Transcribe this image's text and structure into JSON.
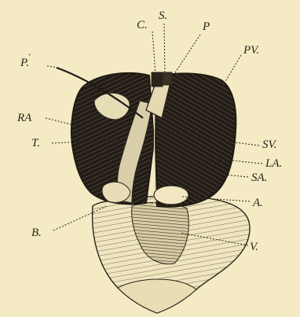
{
  "labels": {
    "c": "C.",
    "s": "S.",
    "p": "P",
    "pv": "PV.",
    "p_prime": "P.",
    "ra": "RA",
    "sv": "SV.",
    "t": "T.",
    "la": "LA.",
    "sa": "SA.",
    "a": "A.",
    "b": "B.",
    "v": "V."
  },
  "colors": {
    "background": "#f4ebc4",
    "ink": "#2b241c",
    "atrium_dark": "#1f1a15",
    "ventricle_fill": "#efe5bf"
  }
}
